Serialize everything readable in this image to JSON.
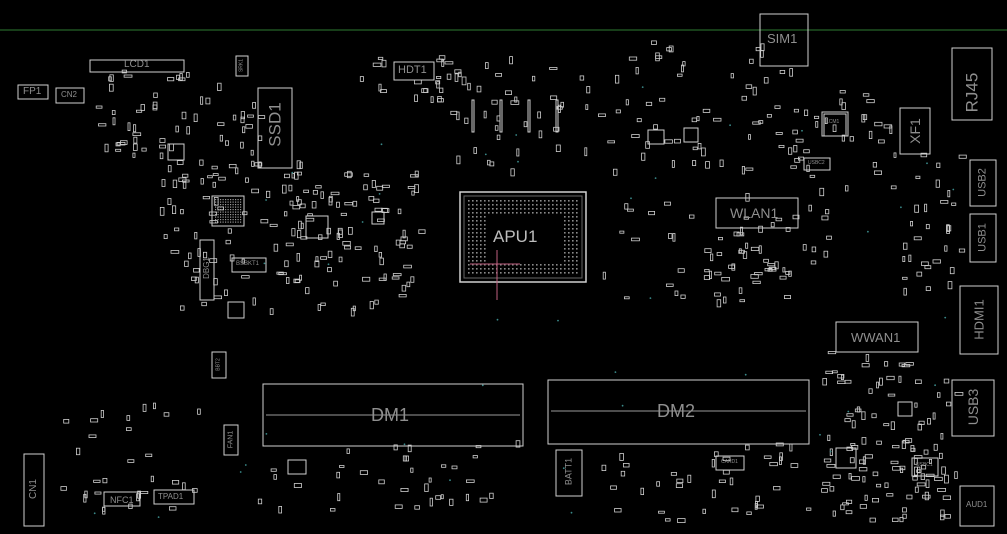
{
  "labels": {
    "lcd1": "LCD1",
    "fp1": "FP1",
    "cn2": "CN2",
    "ssd1": "SSD1",
    "hdt1": "HDT1",
    "sim1": "SIM1",
    "rj45": "RJ45",
    "xf1": "XF1",
    "usb2": "USB2",
    "usb1": "USB1",
    "wlan1": "WLAN1",
    "apu1": "APU1",
    "hdmi1": "HDMI1",
    "wwan1": "WWAN1",
    "usb3": "USB3",
    "dm1": "DM1",
    "dm2": "DM2",
    "dbg1": "DBG1",
    "fan1": "FAN1",
    "batt1": "BATT1",
    "cn1": "CN1",
    "nfc1": "NFC1",
    "tpad1": "TPAD1",
    "aud1": "AUD1",
    "srk1": "SRK1",
    "bsbkt1": "BSBKT1",
    "bbt2": "BBT2",
    "usbc2": "USBC2",
    "card1": "CARD1",
    "usbc1": "USBC1",
    "lcm1": "LCM1"
  },
  "colors": {
    "background": "#000000",
    "outline": "#d0d0d0",
    "label": "#8f8f8f",
    "board_edge": "#2e7d32",
    "apu_marker": "#c06080"
  }
}
